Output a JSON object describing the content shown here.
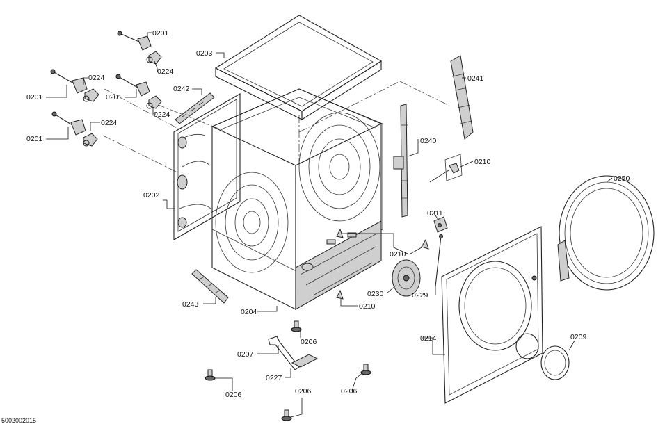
{
  "labels": {
    "l0201a": "0201",
    "l0224a": "0224",
    "l0203": "0203",
    "l0224b": "0224",
    "l0201b": "0201",
    "l0201c": "0201",
    "l0224c": "0224",
    "l0242": "0242",
    "l0224d": "0224",
    "l0201d": "0201",
    "l0241": "0241",
    "l0240": "0240",
    "l0210a": "0210",
    "l0250": "0250",
    "l0202": "0202",
    "l0211": "0211",
    "l0210b": "0210",
    "l0230": "0230",
    "l0229": "0229",
    "l0243": "0243",
    "l0204": "0204",
    "l0210c": "0210",
    "l0206a": "0206",
    "l0214": "0214",
    "l0209": "0209",
    "l0207": "0207",
    "l0227": "0227",
    "l0206b": "0206",
    "l0206c": "0206",
    "l0206d": "0206"
  },
  "footer": "5002002015",
  "colors": {
    "ink": "#222222",
    "part_fill": "#cfcfcf",
    "background": "#ffffff"
  }
}
